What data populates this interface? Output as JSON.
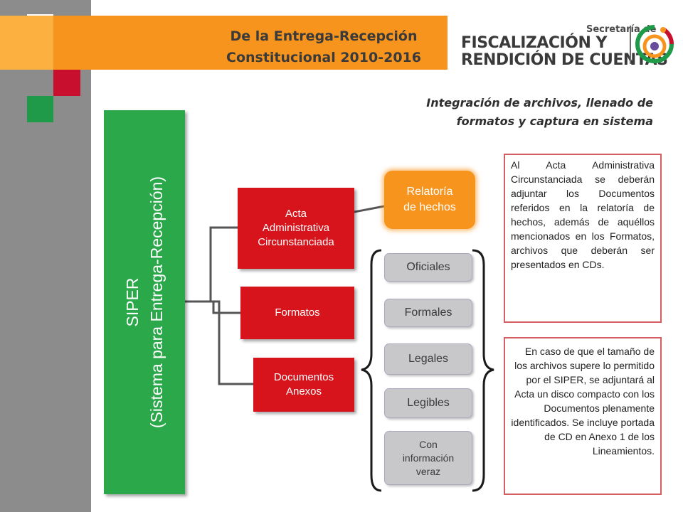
{
  "header": {
    "title_line1": "De la Entrega-Recepción",
    "title_line2": "Constitucional 2010-2016",
    "banner_color": "#f7941d"
  },
  "logo": {
    "line1": "Secretaría de",
    "line2": "FISCALIZACIÓN Y",
    "line3": "RENDICIÓN DE CUENTAS",
    "icon": "colorful-ring-logo-icon"
  },
  "subtitle": {
    "line1": "Integración de archivos, llenado de",
    "line2": "formatos y captura en sistema"
  },
  "siper": {
    "line1": "SIPER",
    "line2": "(Sistema para Entrega-Recepción)",
    "color": "#2aa84a"
  },
  "red_boxes": {
    "acta": [
      "Acta",
      "Administrativa",
      "Circunstanciada"
    ],
    "formatos": "Formatos",
    "documentos": [
      "Documentos",
      "Anexos"
    ],
    "color": "#d7141b"
  },
  "relatoria": [
    "Relatoría",
    "de hechos"
  ],
  "pills": {
    "oficiales": "Oficiales",
    "formales": "Formales",
    "legales": "Legales",
    "legibles": "Legibles",
    "veraz": [
      "Con",
      "información",
      "veraz"
    ]
  },
  "notes": {
    "note1": "Al Acta Administrativa Circunstanciada se deberán adjuntar los Documentos referidos en la relatoría de hechos, además de aquéllos mencionados en los Formatos, archivos que deberán ser presentados en CDs.",
    "note2": "En caso de que el tamaño de los archivos supere lo permitido por el SIPER, se adjuntará al Acta un disco compacto con los Documentos plenamente identificados. Se incluye portada de CD en Anexo 1 de los Lineamientos.",
    "border_color": "#d45f63"
  }
}
